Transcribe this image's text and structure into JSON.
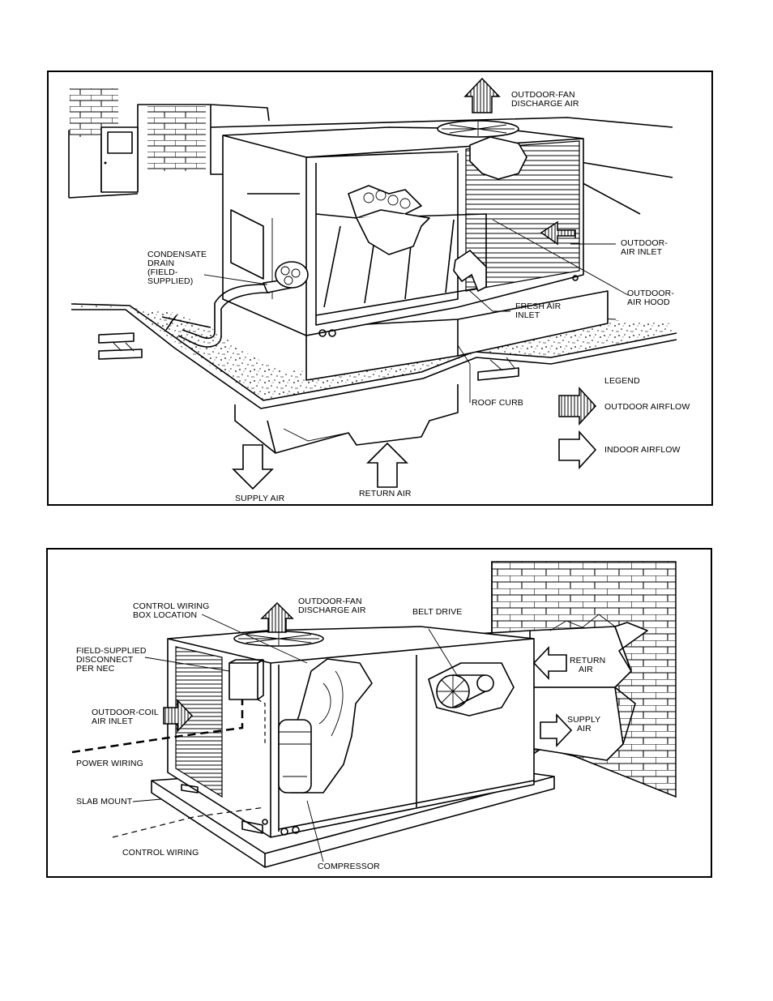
{
  "figure1": {
    "labels": {
      "outdoor_fan_discharge": [
        "OUTDOOR-FAN",
        "DISCHARGE AIR"
      ],
      "condensate_drain": [
        "CONDENSATE",
        "DRAIN",
        "(FIELD-",
        "SUPPLIED)"
      ],
      "outdoor_air_inlet": [
        "OUTDOOR-",
        "AIR INLET"
      ],
      "outdoor_air_hood": [
        "OUTDOOR-",
        "AIR HOOD"
      ],
      "fresh_air_inlet": [
        "FRESH AIR",
        "INLET"
      ],
      "roof_curb": "ROOF CURB",
      "supply_air": "SUPPLY AIR",
      "return_air": "RETURN AIR"
    },
    "legend": {
      "title": "LEGEND",
      "outdoor_airflow": "OUTDOOR AIRFLOW",
      "indoor_airflow": "INDOOR AIRFLOW"
    }
  },
  "figure2": {
    "labels": {
      "control_wiring_box": [
        "CONTROL WIRING",
        "BOX LOCATION"
      ],
      "outdoor_fan_discharge": [
        "OUTDOOR-FAN",
        "DISCHARGE AIR"
      ],
      "belt_drive": "BELT DRIVE",
      "field_supplied_disconnect": [
        "FIELD-SUPPLIED",
        "DISCONNECT",
        "PER NEC"
      ],
      "outdoor_coil_air_inlet": [
        "OUTDOOR-COIL",
        "AIR INLET"
      ],
      "power_wiring": "POWER WIRING",
      "slab_mount": "SLAB MOUNT",
      "control_wiring": "CONTROL WIRING",
      "compressor": "COMPRESSOR",
      "return_air": [
        "RETURN",
        "AIR"
      ],
      "supply_air": [
        "SUPPLY",
        "AIR"
      ]
    }
  }
}
